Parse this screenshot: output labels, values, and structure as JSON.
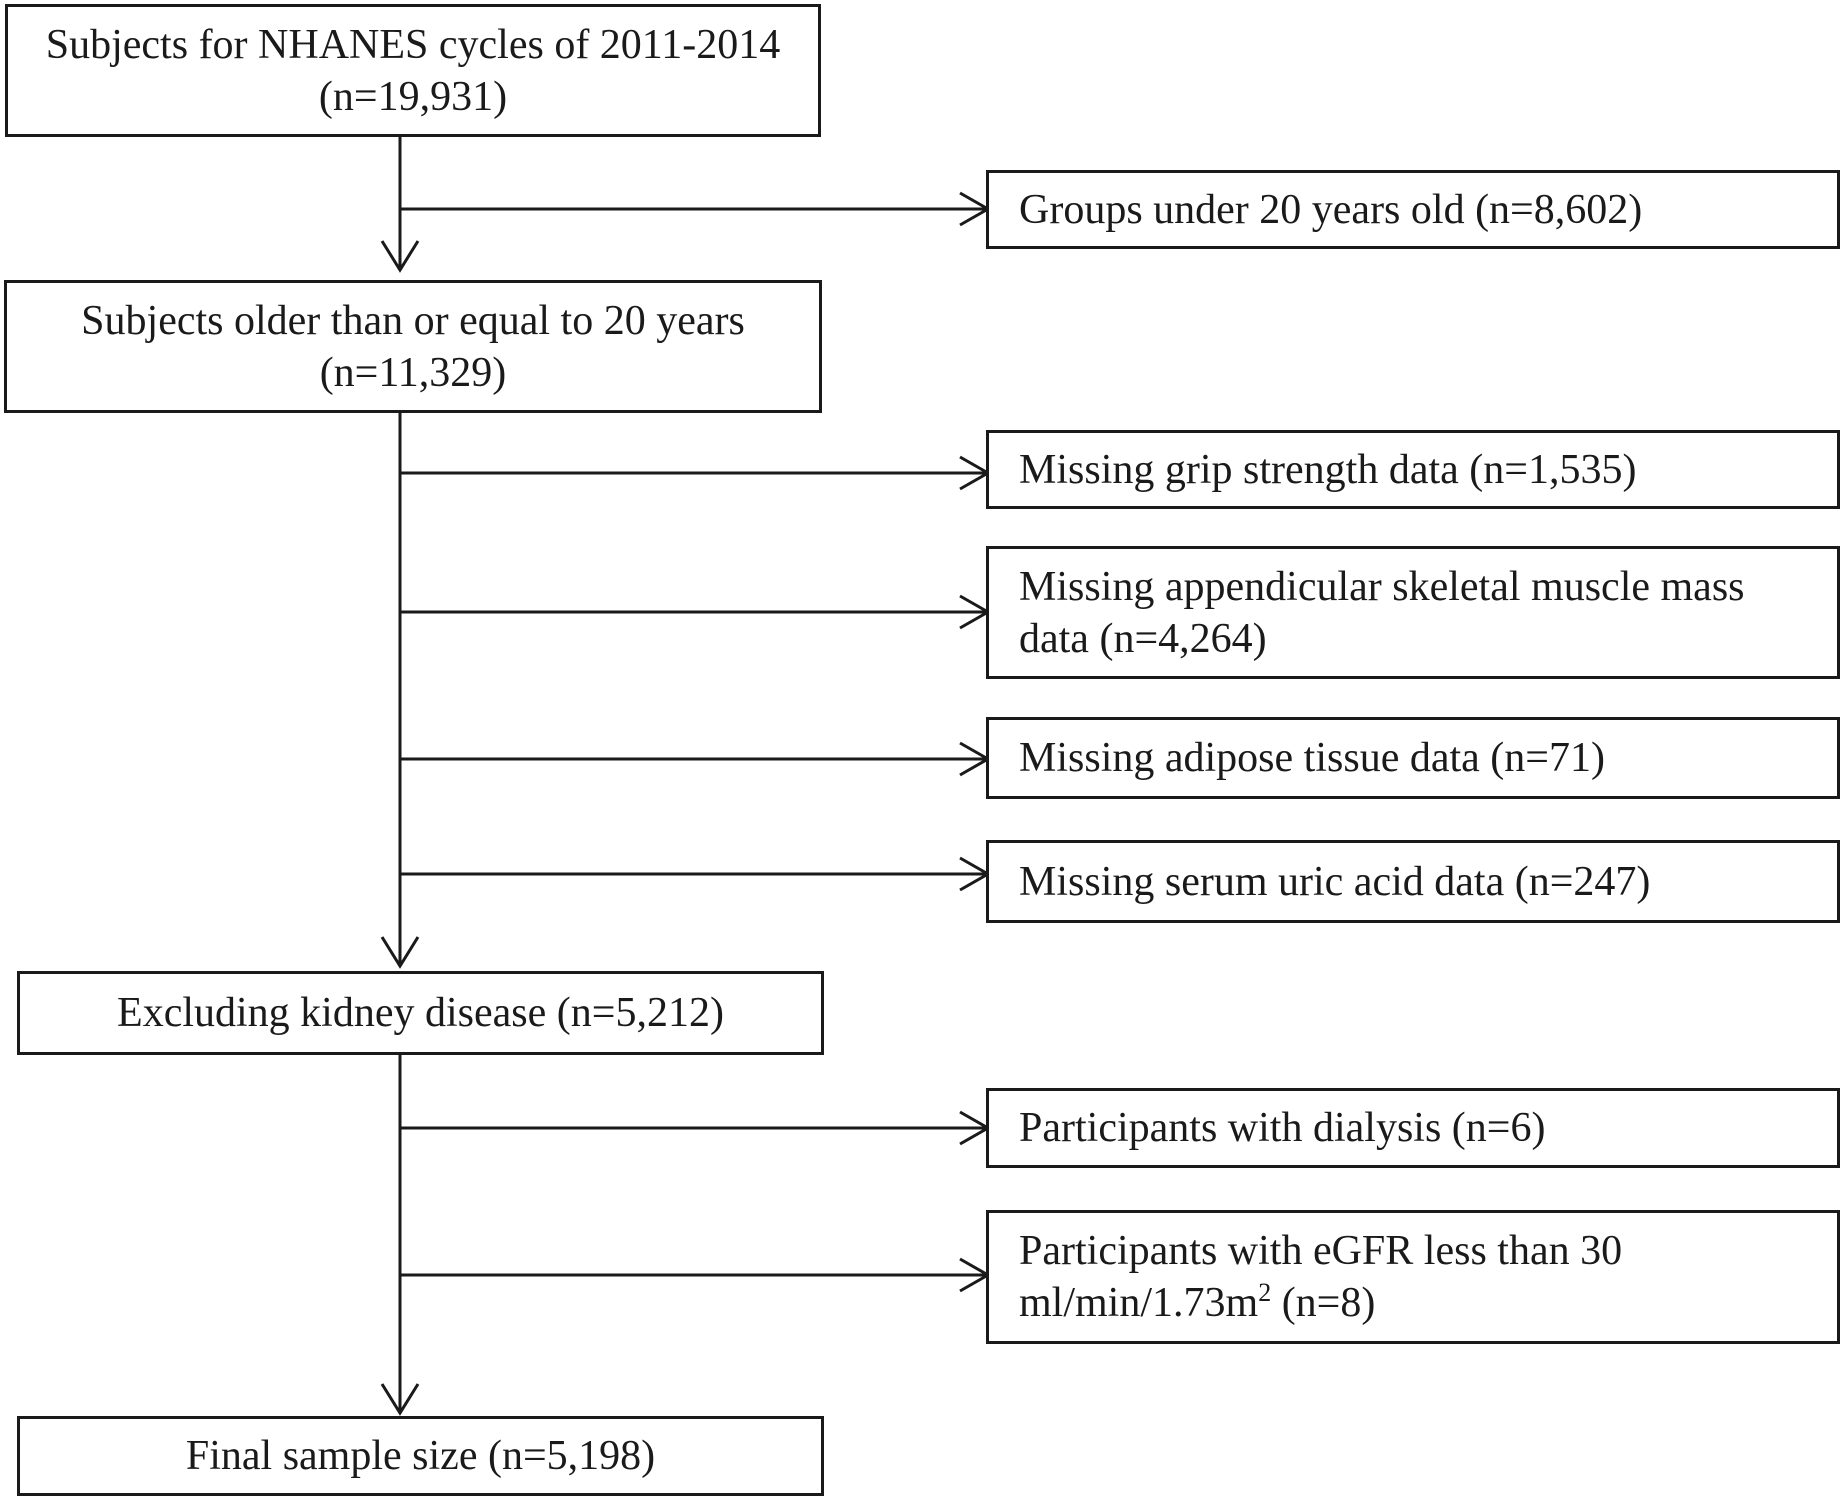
{
  "main_steps": {
    "step1": {
      "line1": "Subjects for NHANES cycles of 2011-2014",
      "line2": "(n=19,931)"
    },
    "step2": {
      "line1": "Subjects older than or equal to 20 years",
      "line2": "(n=11,329)"
    },
    "step3": {
      "line1": "Excluding kidney disease (n=5,212)"
    },
    "step4": {
      "line1": "Final sample size (n=5,198)"
    }
  },
  "exclusions": {
    "under20": {
      "line1": "Groups under 20 years old (n=8,602)"
    },
    "grip": {
      "line1": "Missing grip strength data (n=1,535)"
    },
    "asm": {
      "line1": "Missing appendicular skeletal muscle mass",
      "line2": "data (n=4,264)"
    },
    "adipose": {
      "line1": "Missing adipose tissue data (n=71)"
    },
    "uric": {
      "line1": "Missing serum uric acid data (n=247)"
    },
    "dialysis": {
      "line1": "Participants with dialysis (n=6)"
    },
    "egfr": {
      "line1": "Participants with eGFR less than 30",
      "line2_pre": "ml/min/1.73m",
      "line2_sup": "2",
      "line2_post": " (n=8)"
    }
  }
}
